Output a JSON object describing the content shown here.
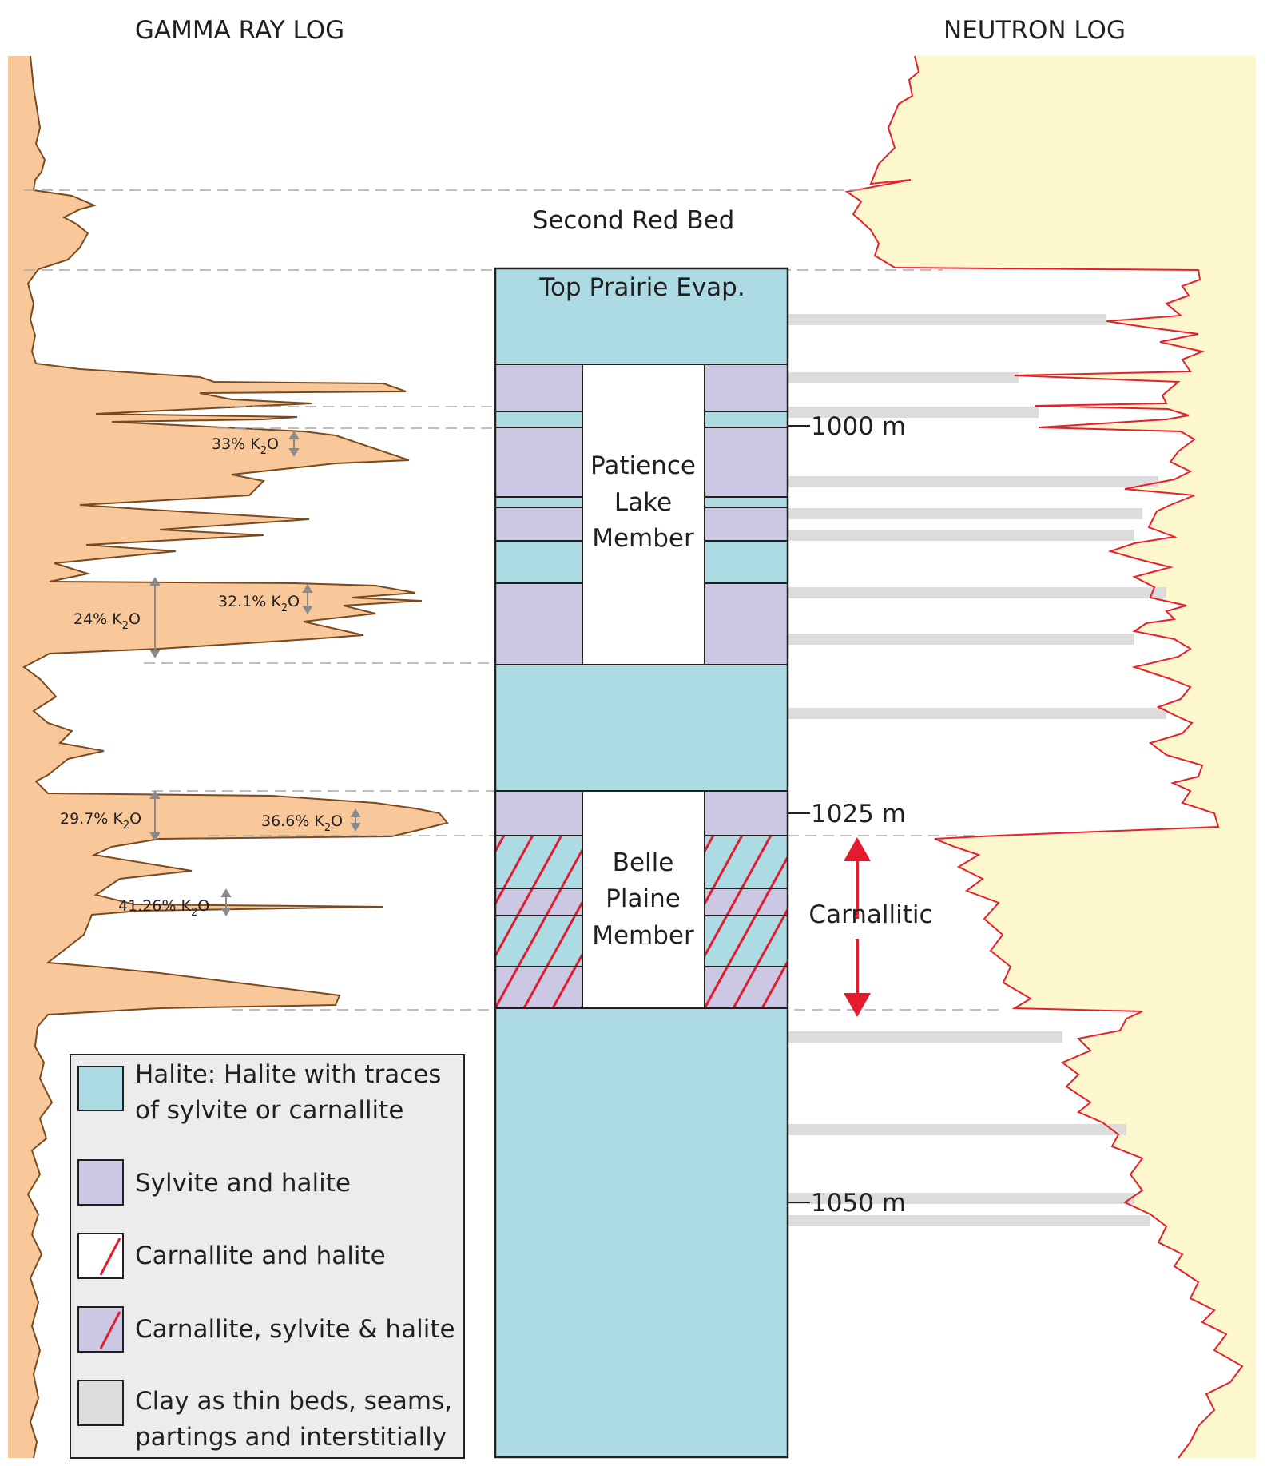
{
  "titles": {
    "gamma": "GAMMA RAY LOG",
    "neutron": "NEUTRON LOG"
  },
  "units": {
    "second_red_bed": "Second Red Bed",
    "top_prairie": "Top Prairie Evap.",
    "patience": [
      "Patience",
      "Lake",
      "Member"
    ],
    "belle": [
      "Belle",
      "Plaine",
      "Member"
    ],
    "carnallitic": "Carnallitic"
  },
  "depths": [
    "1000 m",
    "1025 m",
    "1050 m"
  ],
  "grade_labels": {
    "g1": {
      "value": "33% K",
      "sub": "2",
      "tail": "O"
    },
    "g2": {
      "value": "32.1% K",
      "sub": "2",
      "tail": "O"
    },
    "g3": {
      "value": "24% K",
      "sub": "2",
      "tail": "O"
    },
    "g4": {
      "value": "29.7% K",
      "sub": "2",
      "tail": "O"
    },
    "g5": {
      "value": "36.6% K",
      "sub": "2",
      "tail": "O"
    },
    "g6": {
      "value": "41.26% K",
      "sub": "2",
      "tail": "O"
    }
  },
  "legend": {
    "halite_1": "Halite: Halite with traces",
    "halite_2": "of sylvite or carnallite",
    "sylvite": "Sylvite and halite",
    "carnallite": "Carnallite and halite",
    "carn_sylv": "Carnallite, sylvite & halite",
    "clay_1": "Clay as thin beds, seams,",
    "clay_2": "partings and interstitially"
  },
  "colors": {
    "halite": "#acdbe4",
    "sylvite": "#cac8e2",
    "gamma_fill": "#f9c89a",
    "gamma_line": "#7a4a1f",
    "neutron_fill": "#fdf7cd",
    "neutron_line": "#e81f2b",
    "clay": "#dcdcdc",
    "hatch": "#e31b2d",
    "legend_bg": "#ececec"
  }
}
